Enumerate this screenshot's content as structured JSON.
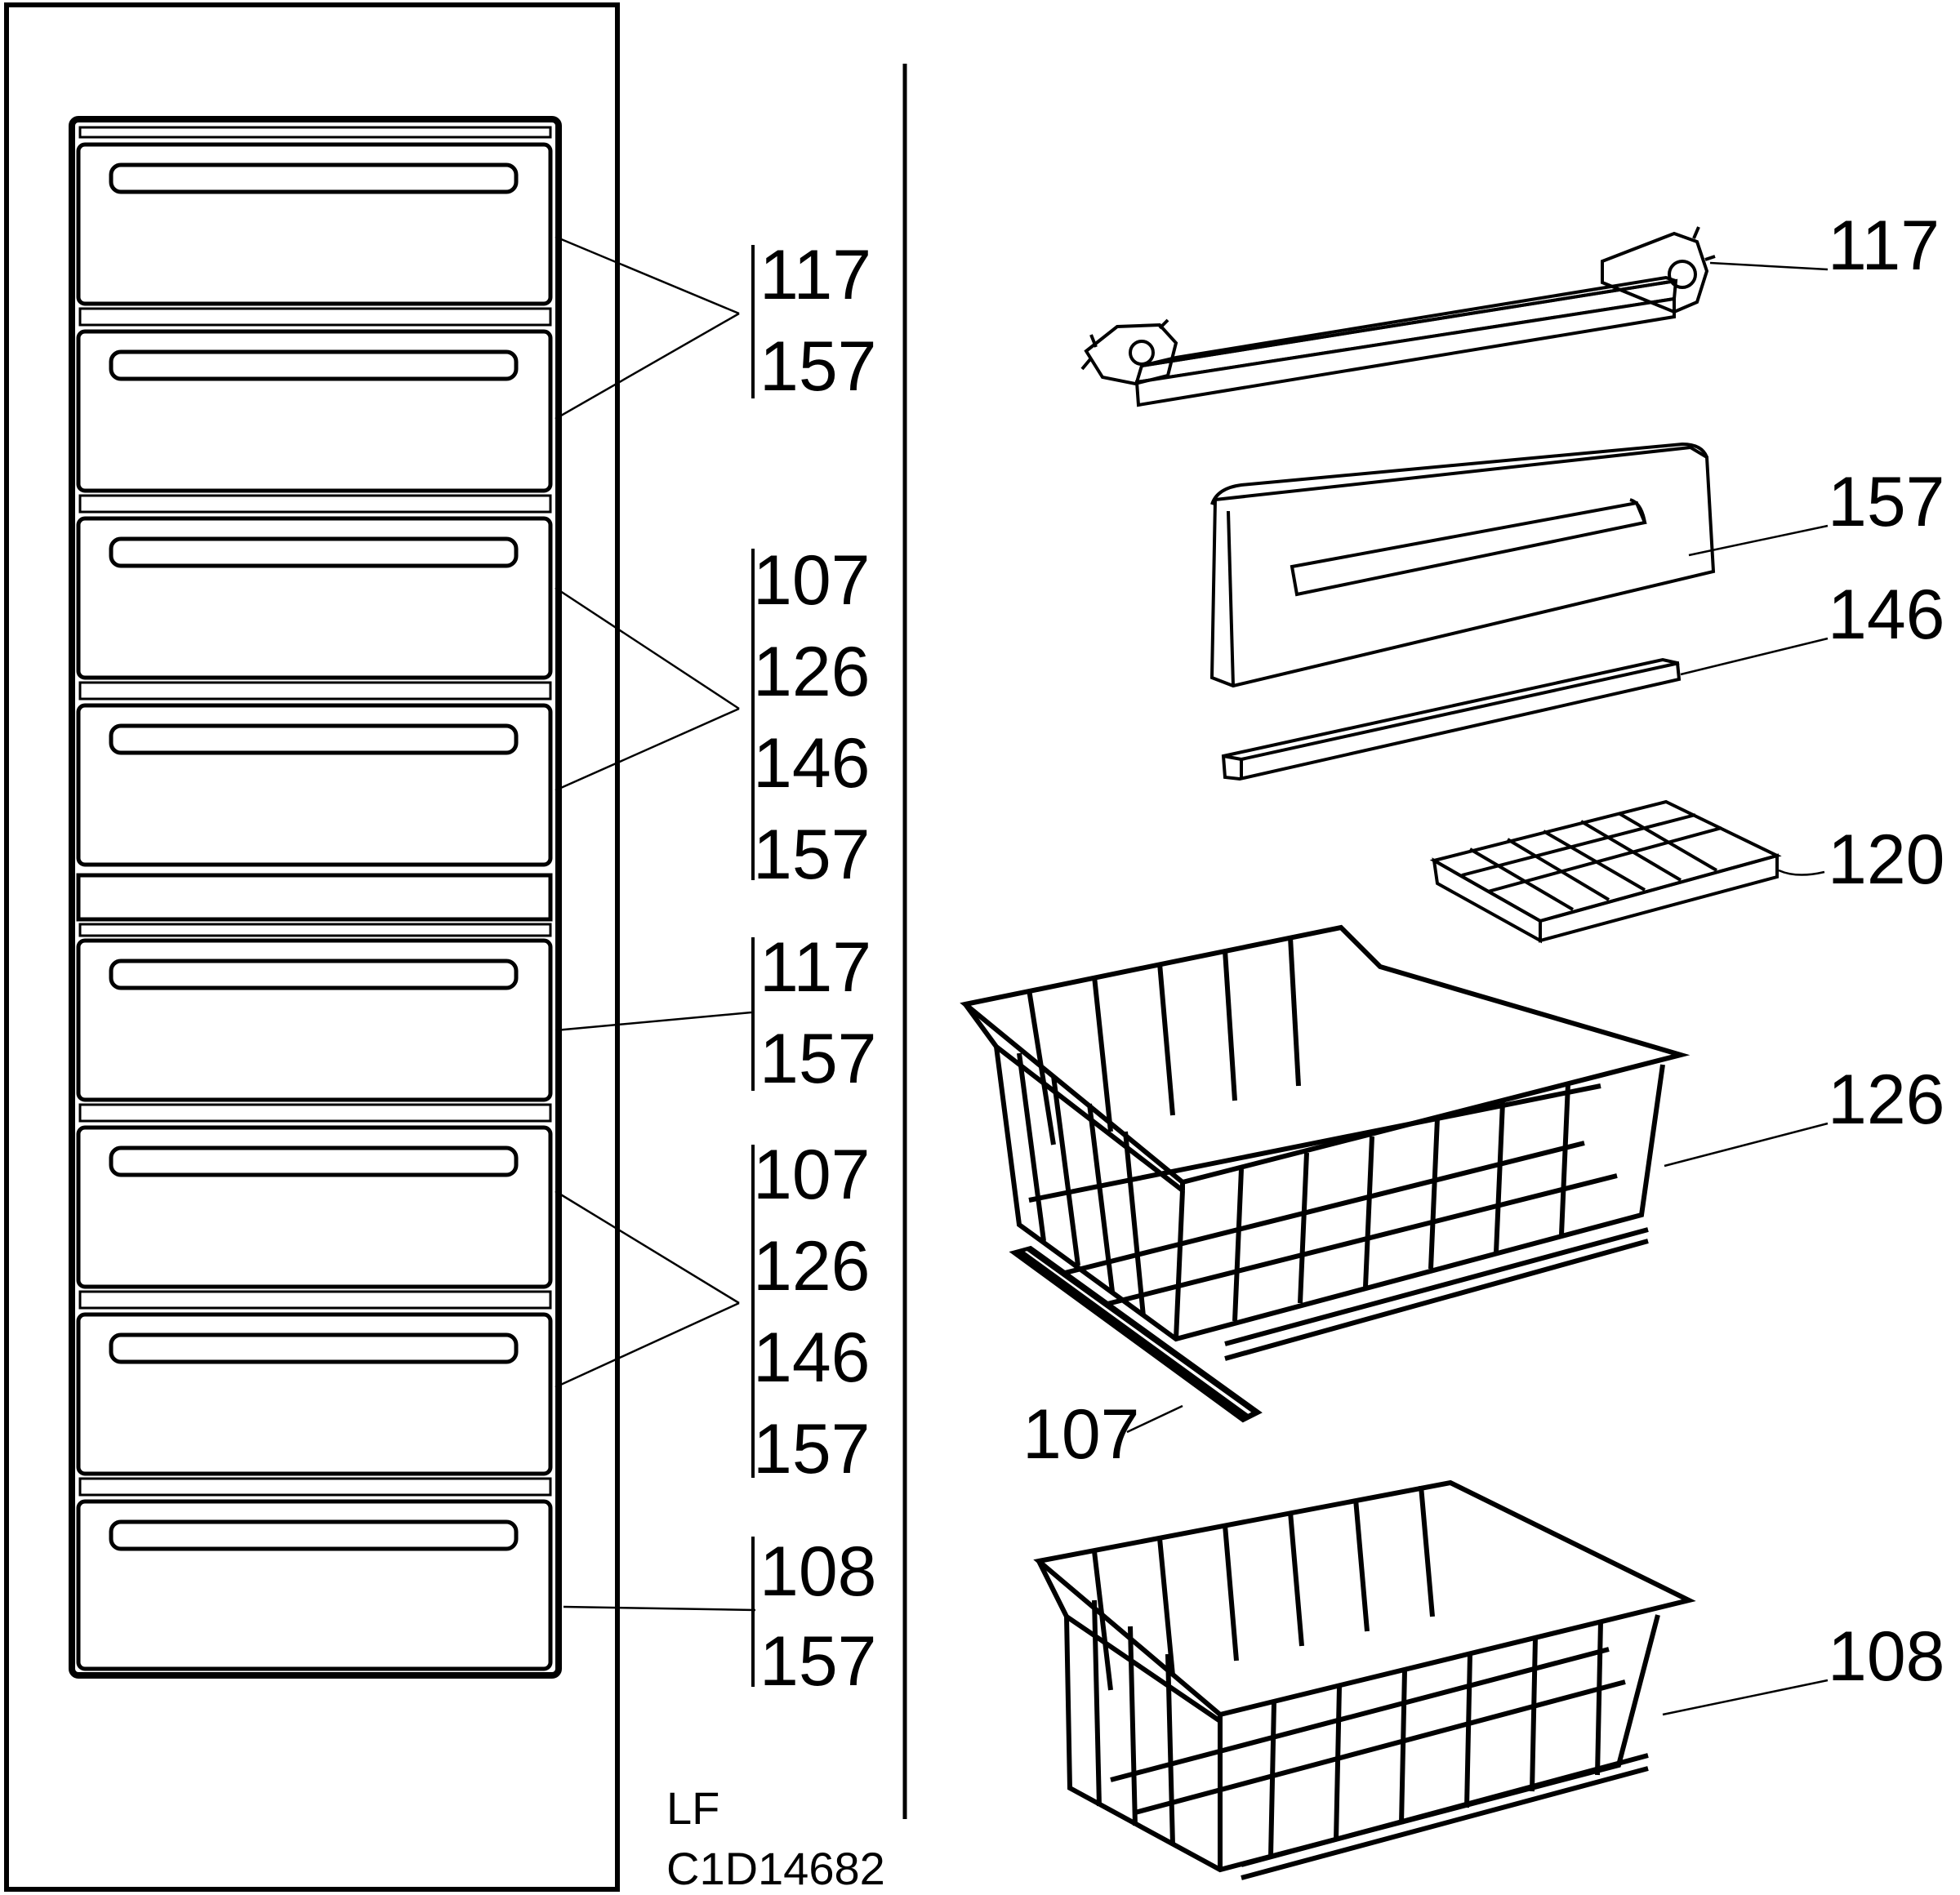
{
  "left_groups": [
    {
      "numbers": [
        "117",
        "157"
      ]
    },
    {
      "numbers": [
        "107",
        "126",
        "146",
        "157"
      ]
    },
    {
      "numbers": [
        "117",
        "157"
      ]
    },
    {
      "numbers": [
        "107",
        "126",
        "146",
        "157"
      ]
    },
    {
      "numbers": [
        "108",
        "157"
      ]
    }
  ],
  "callouts": {
    "rail": "117",
    "drawer_front": "157",
    "front_trim": "146",
    "ice_tray": "120",
    "basket": "126",
    "runner": "107",
    "bottom_basket": "108"
  },
  "footer": {
    "code_line1": "LF",
    "code_line2": "C1D14682"
  }
}
